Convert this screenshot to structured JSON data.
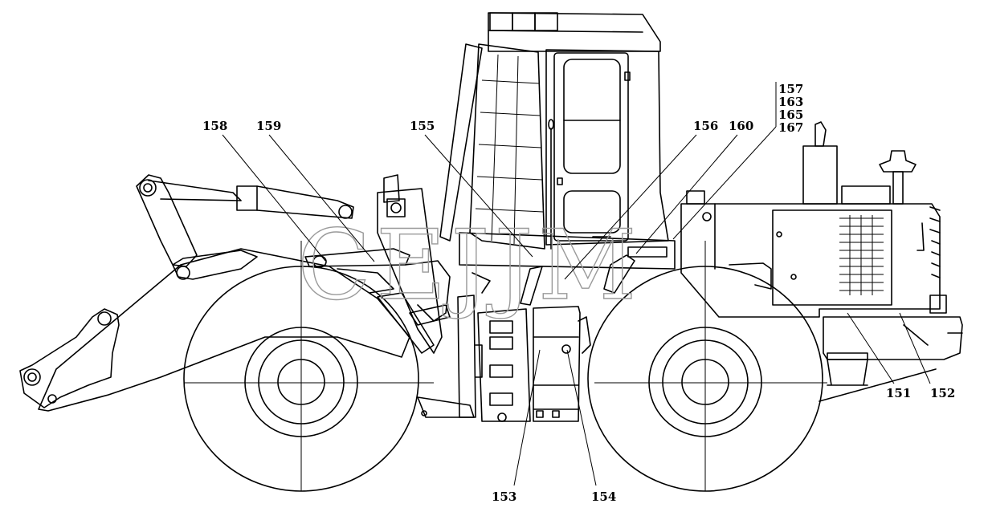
{
  "watermark": "CEJJM",
  "callouts": [
    {
      "id": "c158",
      "label": "158"
    },
    {
      "id": "c159",
      "label": "159"
    },
    {
      "id": "c155",
      "label": "155"
    },
    {
      "id": "c156",
      "label": "156"
    },
    {
      "id": "c160",
      "label": "160"
    },
    {
      "id": "c157",
      "label": "157"
    },
    {
      "id": "c163",
      "label": "163"
    },
    {
      "id": "c165",
      "label": "165"
    },
    {
      "id": "c167",
      "label": "167"
    },
    {
      "id": "c151",
      "label": "151"
    },
    {
      "id": "c152",
      "label": "152"
    },
    {
      "id": "c153",
      "label": "153"
    },
    {
      "id": "c154",
      "label": "154"
    }
  ]
}
